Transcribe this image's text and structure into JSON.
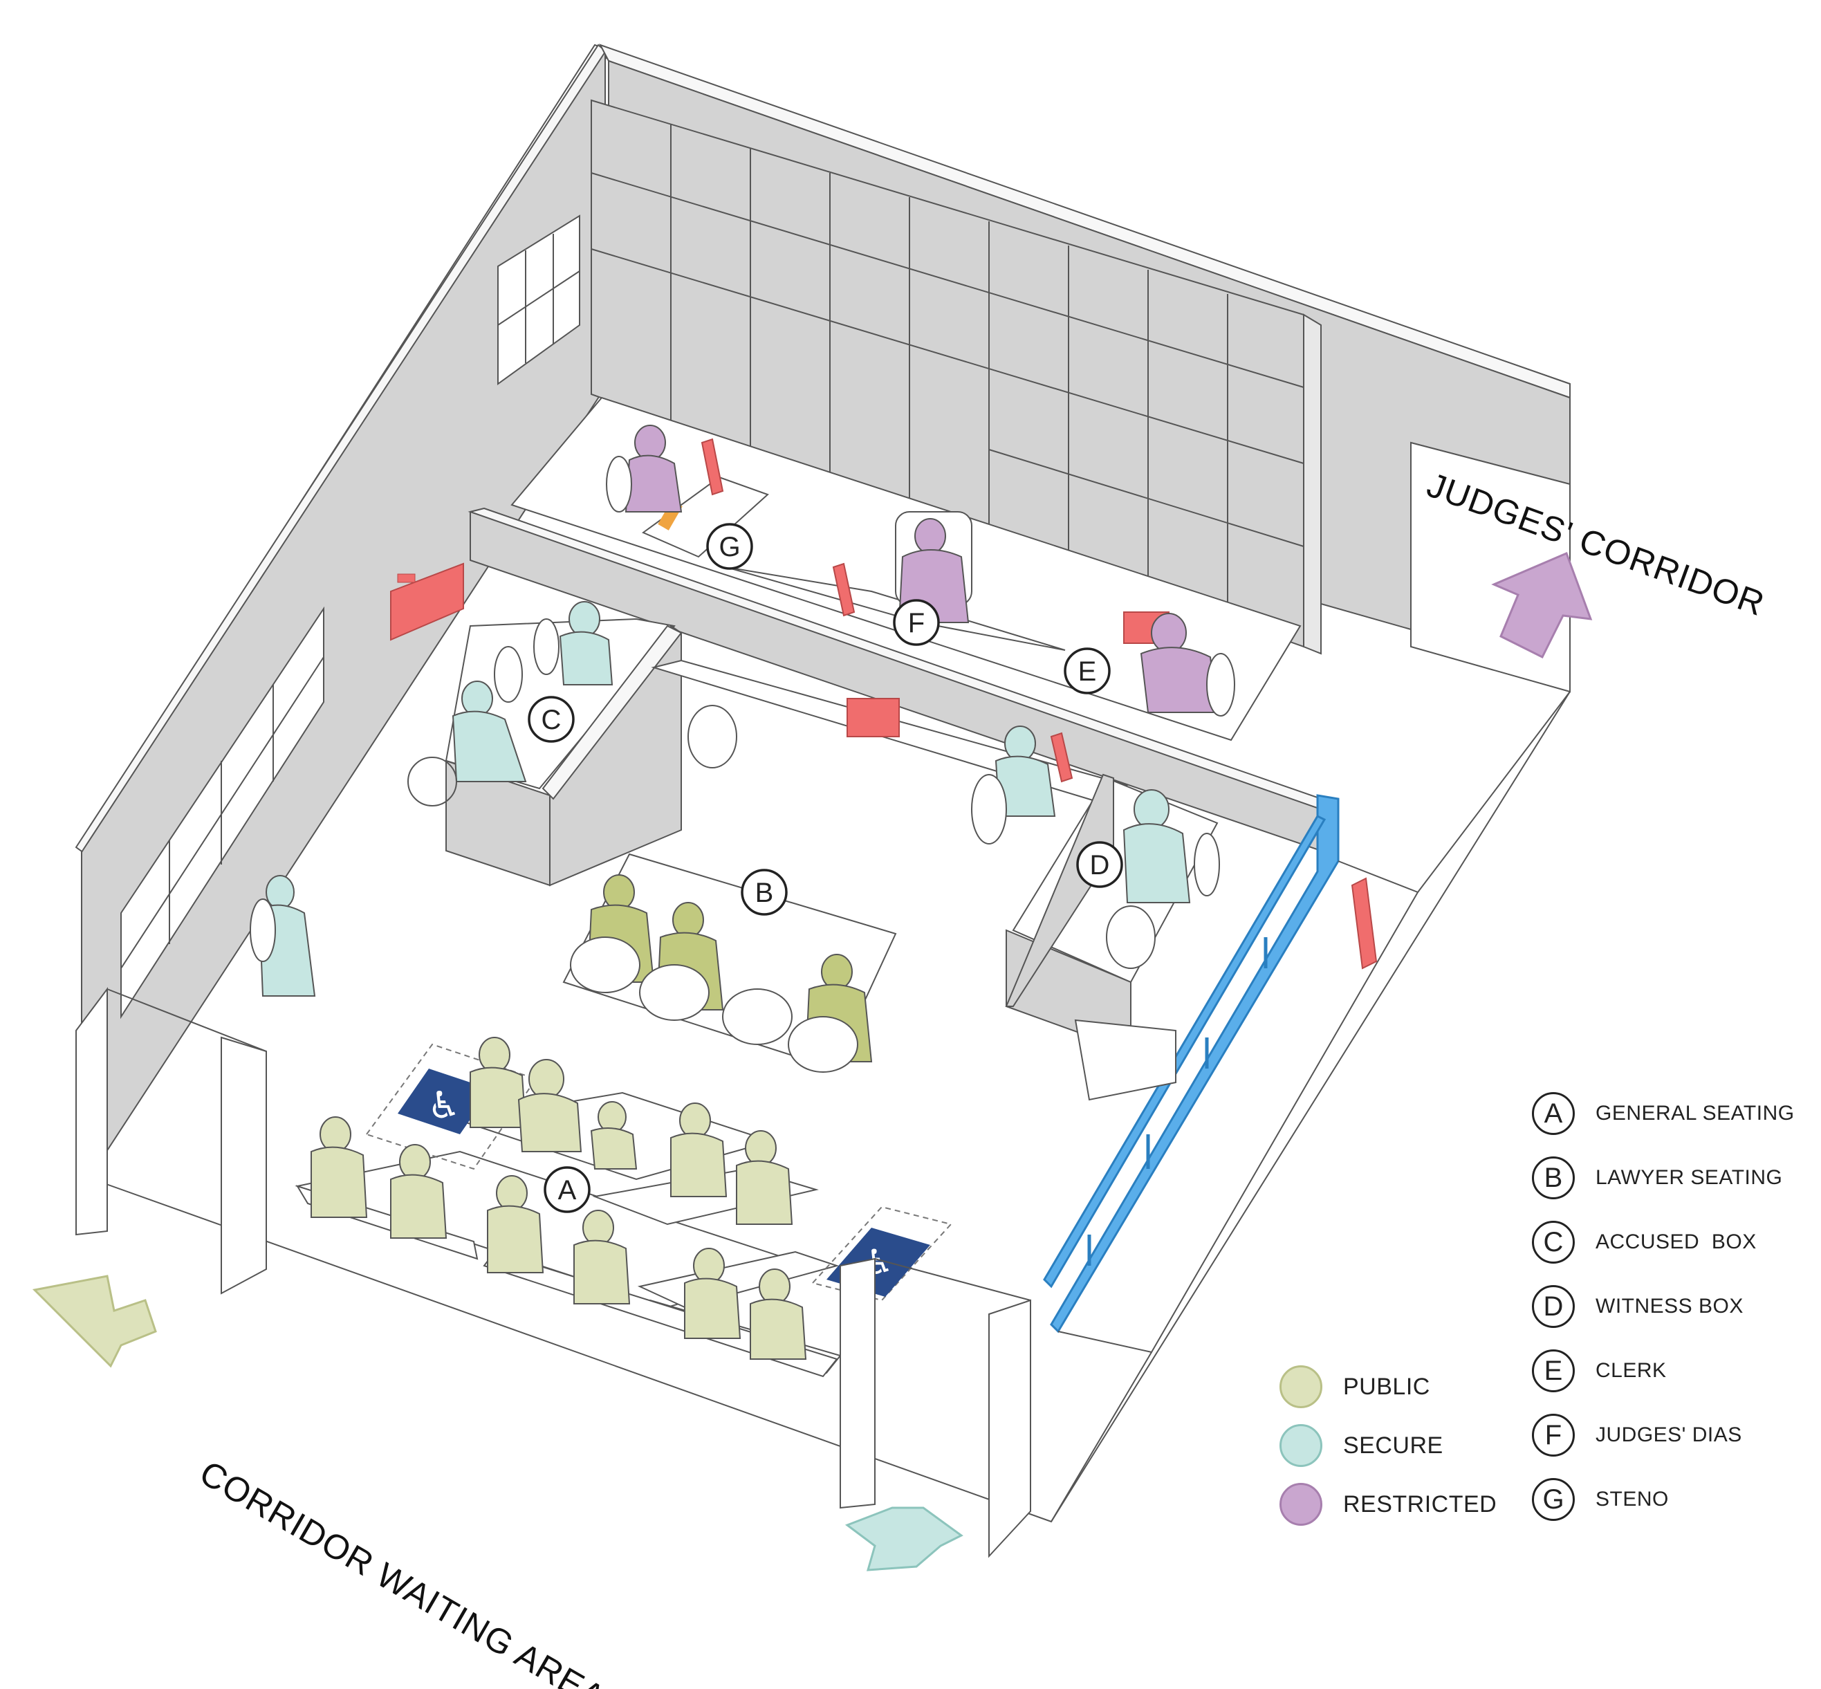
{
  "labels": {
    "judges_corridor": "JUDGES' CORRIDOR",
    "corridor_waiting_area": "CORRIDOR WAITING AREA"
  },
  "markers": {
    "a": "A",
    "b": "B",
    "c": "C",
    "d": "D",
    "e": "E",
    "f": "F",
    "g": "G"
  },
  "legend": {
    "zones": [
      {
        "label": "PUBLIC",
        "color": "#dde2bb"
      },
      {
        "label": "SECURE",
        "color": "#c6e6e2"
      },
      {
        "label": "RESTRICTED",
        "color": "#c9a6cf"
      }
    ],
    "keys": [
      {
        "letter": "A",
        "label": "GENERAL SEATING"
      },
      {
        "letter": "B",
        "label": "LAWYER SEATING"
      },
      {
        "letter": "C",
        "label": "ACCUSED  BOX"
      },
      {
        "letter": "D",
        "label": "WITNESS BOX"
      },
      {
        "letter": "E",
        "label": "CLERK"
      },
      {
        "letter": "F",
        "label": "JUDGES' DIAS"
      },
      {
        "letter": "G",
        "label": "STENO"
      }
    ]
  },
  "colors": {
    "public": "#dde2bb",
    "secure": "#c6e6e2",
    "restricted": "#c9a6cf",
    "screen": "#f06d6d",
    "railing": "#5aaeea",
    "accessibility": "#2a4c8c"
  },
  "icons": [
    "arrow-public-icon",
    "arrow-secure-icon",
    "arrow-restricted-icon",
    "wheelchair-access-icon"
  ]
}
